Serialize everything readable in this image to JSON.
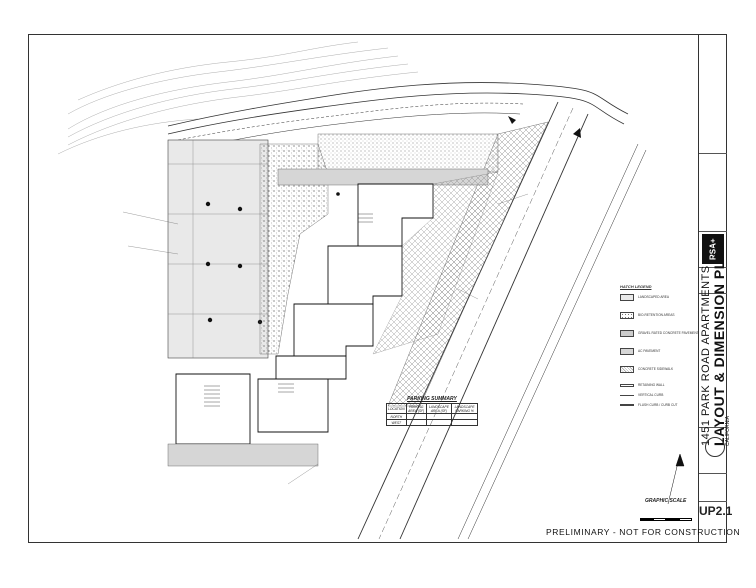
{
  "title_block": {
    "firm_logo": "RSA+",
    "project_name": "1451 PARK ROAD APARTMENTS",
    "plan_title": "LAYOUT & DIMENSION PLAN",
    "location": "CALIFORNIA",
    "sheet_number": "UP2.1"
  },
  "stamp": {
    "text": "PRELIMINARY - NOT FOR CONSTRUCTION"
  },
  "hatch_legend": {
    "title": "HATCH LEGEND",
    "items": [
      {
        "label": "LANDSCAPED AREA"
      },
      {
        "label": "BIO-RETENTION AREAS"
      },
      {
        "label": "GRAVEL RATED CONCRETE PAVEMENT"
      },
      {
        "label": "AC PAVEMENT"
      },
      {
        "label": "CONCRETE SIDEWALK"
      },
      {
        "label": "RETAINING WALL"
      },
      {
        "label": "VERTICAL CURB"
      },
      {
        "label": "FLUSH CURB / CURB CUT"
      }
    ]
  },
  "parking_summary": {
    "title": "PARKING SUMMARY",
    "columns": [
      "LOCATION",
      "PARKING AREA (SF)",
      "LANDSCAPE AREA (SF)",
      "LANDSCAPE PARKING %"
    ],
    "rows": [
      [
        "NORTH",
        "",
        "",
        ""
      ],
      [
        "WEST",
        "",
        "",
        ""
      ]
    ]
  },
  "graphic_scale": {
    "label": "GRAPHIC SCALE"
  },
  "colors": {
    "paper": "#ffffff",
    "ink": "#222222",
    "hatch": "#9a9a9a",
    "pavement": "#d6d6d6"
  }
}
